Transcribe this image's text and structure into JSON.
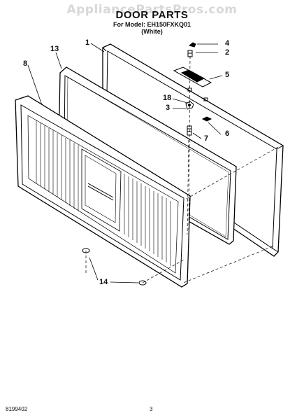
{
  "watermark": "AppliancePartsPros.com",
  "title": "DOOR PARTS",
  "model_line": "For Model: EH150FXKQ01",
  "color_line": "(White)",
  "callouts": {
    "c1": "1",
    "c13": "13",
    "c8": "8",
    "c4": "4",
    "c2": "2",
    "c5": "5",
    "c18": "18",
    "c3": "3",
    "c6": "6",
    "c7": "7",
    "c14": "14"
  },
  "footer": {
    "doc_number": "8199402",
    "page_number": "3"
  }
}
